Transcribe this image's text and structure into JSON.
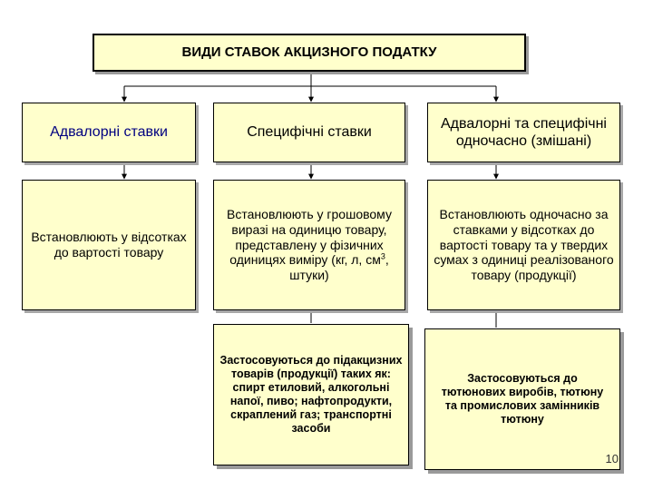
{
  "title": "ВИДИ СТАВОК АКЦИЗНОГО ПОДАТКУ",
  "columns": [
    {
      "heading": "Адвалорні ставки",
      "description": "Встановлюють у відсотках до вартості товару"
    },
    {
      "heading": "Специфічні ставки",
      "description_before_sup": "Встановлюють у грошовому виразі на одиницю товару, представлену у фізичних одиницях виміру (кг, л, см",
      "description_sup": "3",
      "description_after_sup": ", штуки)",
      "application": "Застосовуються до підакцизних товарів (продукції) таких як: спирт етиловий, алкогольні напої, пиво; нафтопродукти, скраплений газ; транспортні засоби"
    },
    {
      "heading": "Адвалорні та специфічні одночасно (змішані)",
      "description": "Встановлюють одночасно за ставками у відсотках до вартості товару та у твердих сумах з одиниці реалізованого товару (продукції)",
      "application": "Застосовуються до тютюнових виробів, тютюну та промислових замінників тютюну"
    }
  ],
  "page_number": "10"
}
